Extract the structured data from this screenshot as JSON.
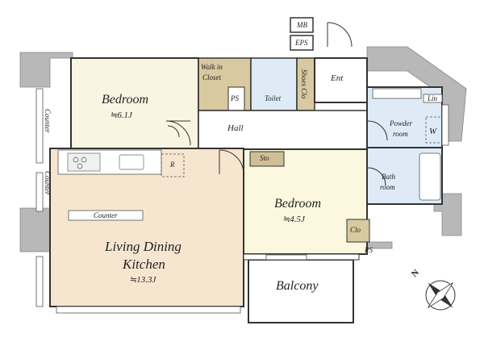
{
  "floorplan": {
    "rooms": {
      "bedroom1": {
        "name": "Bedroom",
        "size": "≒6.1J"
      },
      "bedroom2": {
        "name": "Bedroom",
        "size": "≒4.5J"
      },
      "ldk": {
        "name_line1": "Living Dining",
        "name_line2": "Kitchen",
        "size": "≒13.3J"
      },
      "balcony": {
        "name": "Balcony"
      },
      "hall": {
        "name": "Hall"
      },
      "entrance": {
        "name": "Ent"
      },
      "toilet": {
        "name": "Toilet"
      },
      "powder_room": {
        "name_line1": "Powder",
        "name_line2": "room"
      },
      "bath_room": {
        "name_line1": "Bath",
        "name_line2": "room"
      },
      "walk_in_closet": {
        "name_line1": "Walk in",
        "name_line2": "Closet"
      }
    },
    "labels": {
      "counter_left_top": "Counter",
      "counter_left_bottom": "Counter",
      "counter_kitchen": "Counter",
      "refrigerator": "R",
      "washer": "W",
      "storage": "Sto",
      "closet": "Clo",
      "shoes_closet": "Shoes Clo",
      "linen": "Lin",
      "pipe_space_wic": "PS",
      "pipe_space_bottom": "PS",
      "meter_box": "MB",
      "eps": "EPS"
    },
    "colors": {
      "bedroom1_floor": "#faf5e2",
      "bedroom2_floor": "#fbf8df",
      "ldk_floor": "#f7e6cf",
      "kitchen_floor": "#f7e6cf",
      "wet_area_floor": "#deebf6",
      "closet_floor": "#d8c9a0",
      "storage_floor": "#cfbf96",
      "wall_concrete": "#b3b3b3",
      "wall": "#333333"
    },
    "compass": {
      "north_label": "N"
    }
  }
}
